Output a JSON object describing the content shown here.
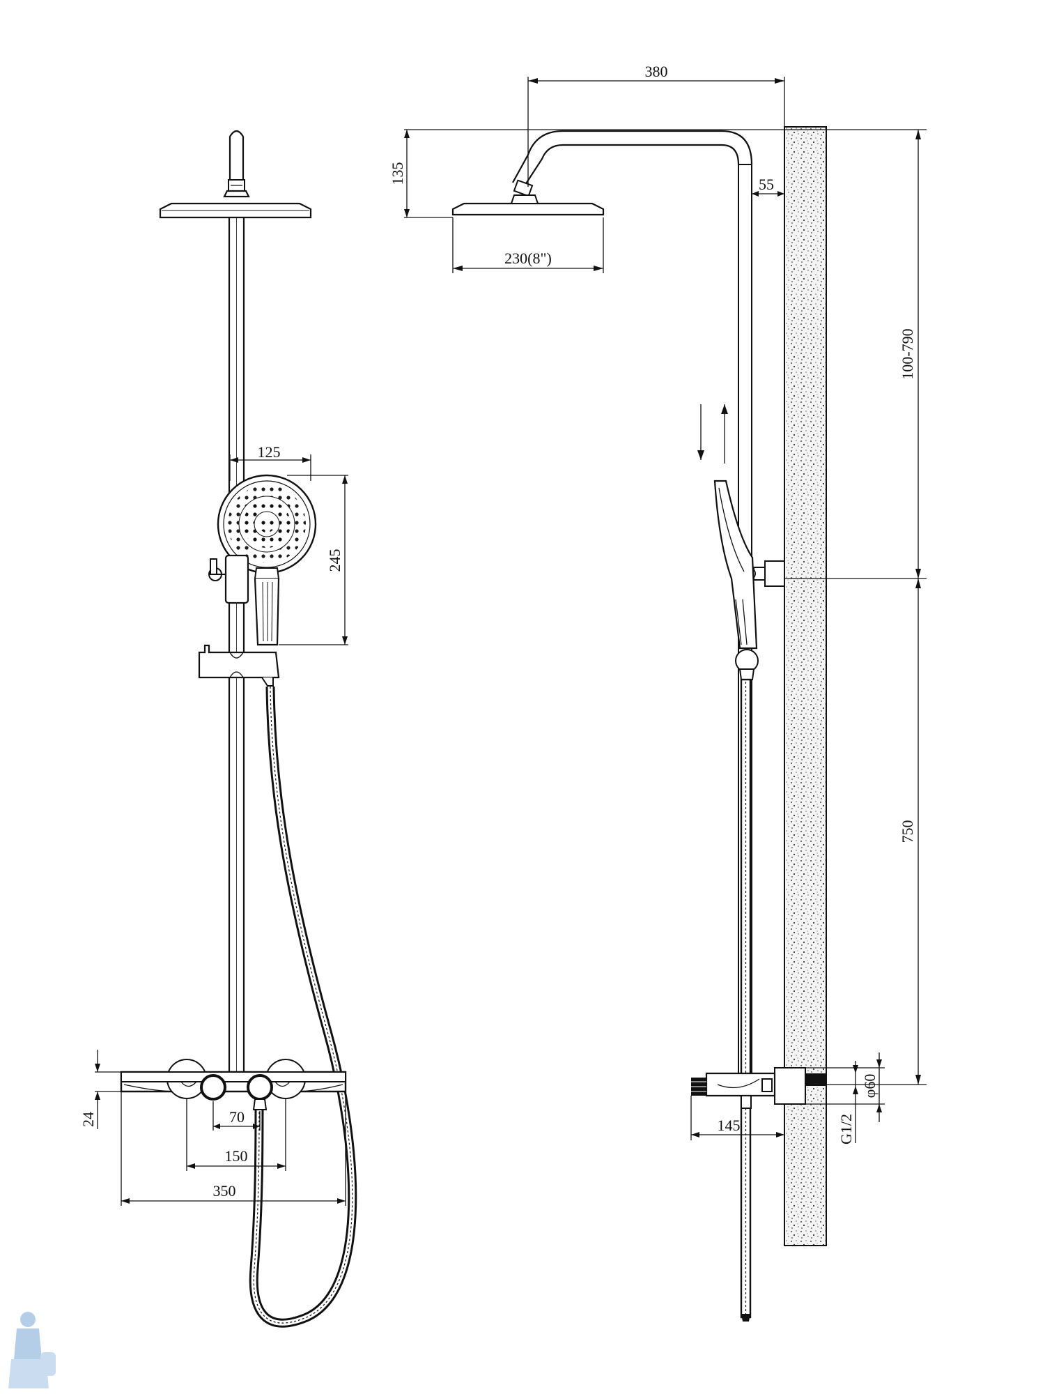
{
  "dimensions": {
    "arm_projection": "380",
    "head_drop": "135",
    "arm_stem_offset": "55",
    "head_diameter": "230(8\")",
    "riser_height": "100-790",
    "hand_shower_offset": "125",
    "hand_shower_length": "245",
    "mixer_to_bracket": "750",
    "body_height": "24",
    "handle_spacing": "70",
    "inlet_spacing": "150",
    "shelf_width": "350",
    "escutcheon_diameter": "φ60",
    "inlet_thread": "G1/2",
    "mixer_depth": "145"
  },
  "colors": {
    "line": "#111111",
    "wall": "#f6f6f6",
    "logo": "#7aa7d6"
  },
  "icons": {
    "watermark": "plumber-logo-icon"
  }
}
